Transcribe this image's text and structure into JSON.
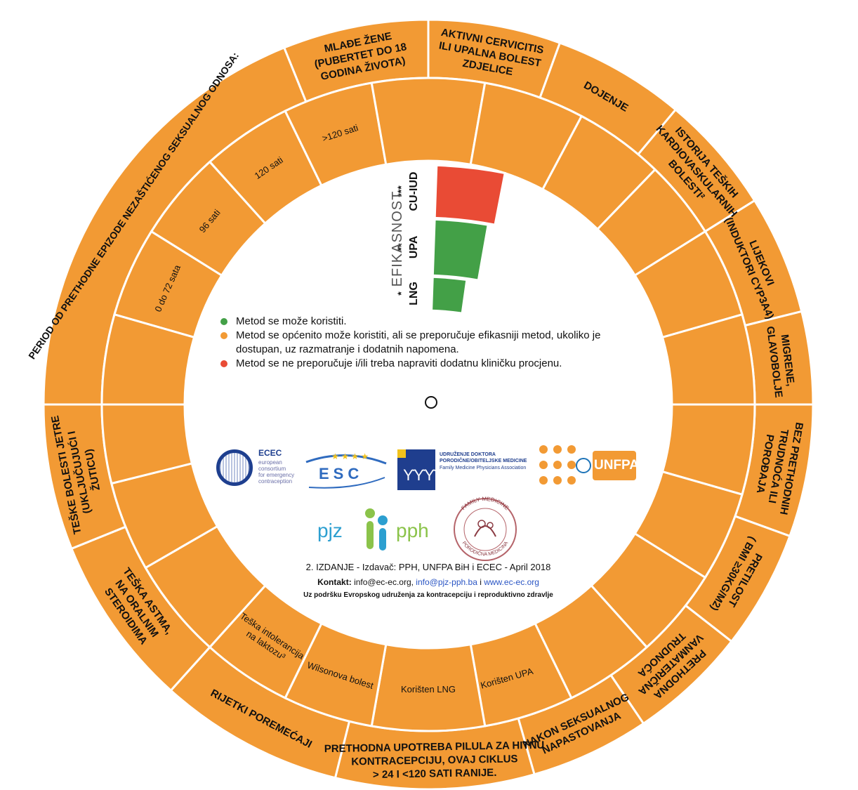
{
  "segments": [
    {
      "label": "MLAĐE ŽENE\n(PUBERTET DO 18\nGODINA ŽIVOTA)"
    },
    {
      "label": "AKTIVNI CERVICITIS\nILI UPALNA BOLEST\nZDJELICE"
    },
    {
      "label": "DOJENJE"
    },
    {
      "label": "ISTORIJA TEŠKIH\nKARDIOVASKULARNIH\nBOLESTI²"
    },
    {
      "label": "LIJEKOVI\n(INDUKTORI CYP3A4)"
    },
    {
      "label": "MIGRENE,\nGLAVOBOLJE"
    },
    {
      "label": "BEZ PRETHODNIH\nTRUDNOĆA ILI\nPOROĐAJA"
    },
    {
      "label": "PRETILOST\n( BMI ≥30KG/M2)"
    },
    {
      "label": "PRETHODNA\nVANMATERIČNA\nTRUDNOĆA"
    },
    {
      "label": "NAKON SEKSUALNOG\nNAPASTOVANJA"
    },
    {
      "label": "PRETHODNA UPOTREBA PILULA ZA HITNU\nKONTRACEPCIJU, OVAJ CIKLUS\n> 24 I <120 SATI RANIJE."
    },
    {
      "label": "RIJETKI POREMEĆAJI"
    },
    {
      "label": "TEŠKA ASTMA,\nNA ORALNIM\nSTEROIDIMA"
    },
    {
      "label": "TEŠKE BOLESTI JETRE\n(UKLJUČUJUĆI I\nŽUTICU)"
    },
    {
      "label": "PERIOD OD PRETHODNE EPIZODE NEZAŠTIĆENOG SEKSUALNOG ODNOSA:"
    }
  ],
  "inner_segments": [
    {
      "label": "0 do 72 sata"
    },
    {
      "label": "96 sati"
    },
    {
      "label": "120 sati"
    },
    {
      "label": ">120 sati"
    },
    {
      "label": "Korišten UPA"
    },
    {
      "label": "Korišten LNG"
    },
    {
      "label": "Wilsonova bolest"
    },
    {
      "label": "Teška intolerancija\nna laktozu³"
    }
  ],
  "efficacy": {
    "title": "EFIKASNOST",
    "methods": [
      {
        "name": "LNG",
        "stars": "*",
        "color": "#43A047"
      },
      {
        "name": "UPA",
        "stars": "**",
        "color": "#43A047"
      },
      {
        "name": "CU-IUD",
        "stars": "***",
        "color": "#E94B35"
      }
    ]
  },
  "legend": [
    {
      "color": "#43A047",
      "text": "Metod se može koristiti."
    },
    {
      "color": "#F29A34",
      "text": "Metod se općenito može koristiti, ali se preporučuje efikasniji    metod, ukoliko je dostupan, uz razmatranje i dodatnih napomena."
    },
    {
      "color": "#E94B35",
      "text": "Metod se ne preporučuje i/ili treba napraviti dodatnu kliničku procjenu."
    }
  ],
  "logos": {
    "ecec": {
      "name": "ECEC",
      "sub": "european\nconsortium\nfor emergency\ncontraception"
    },
    "esc": {
      "name": "ESC"
    },
    "udruzenje": {
      "line1": "UDRUŽENJE DOKTORA",
      "line2": "PORODIČNE/OBITELJSKE MEDICINE",
      "line3": "Family Medicine Physicians Association"
    },
    "unfpa": {
      "name": "UNFPA"
    },
    "pjz_left": "pjz",
    "pjz_right": "pph",
    "seal": {
      "top": "FAMILY MEDICINE",
      "bottom": "PORODIČNA MEDICINA"
    }
  },
  "footer": {
    "edition_label": "2. IZDANJE - Izdavač:",
    "edition_rest": " PPH, UNFPA BiH i ECEC - April 2018",
    "contact_label": "Kontakt:",
    "contact_email1": " info@ec-ec.org,",
    "contact_email2": "info@pjz-pph.ba",
    "contact_and": " i ",
    "contact_web": "www.ec-ec.org",
    "support": "Uz podršku Evropskog udruženja za kontracepciju i reproduktivno zdravlje"
  },
  "colors": {
    "orange": "#F29A34",
    "green": "#43A047",
    "red": "#E94B35"
  }
}
